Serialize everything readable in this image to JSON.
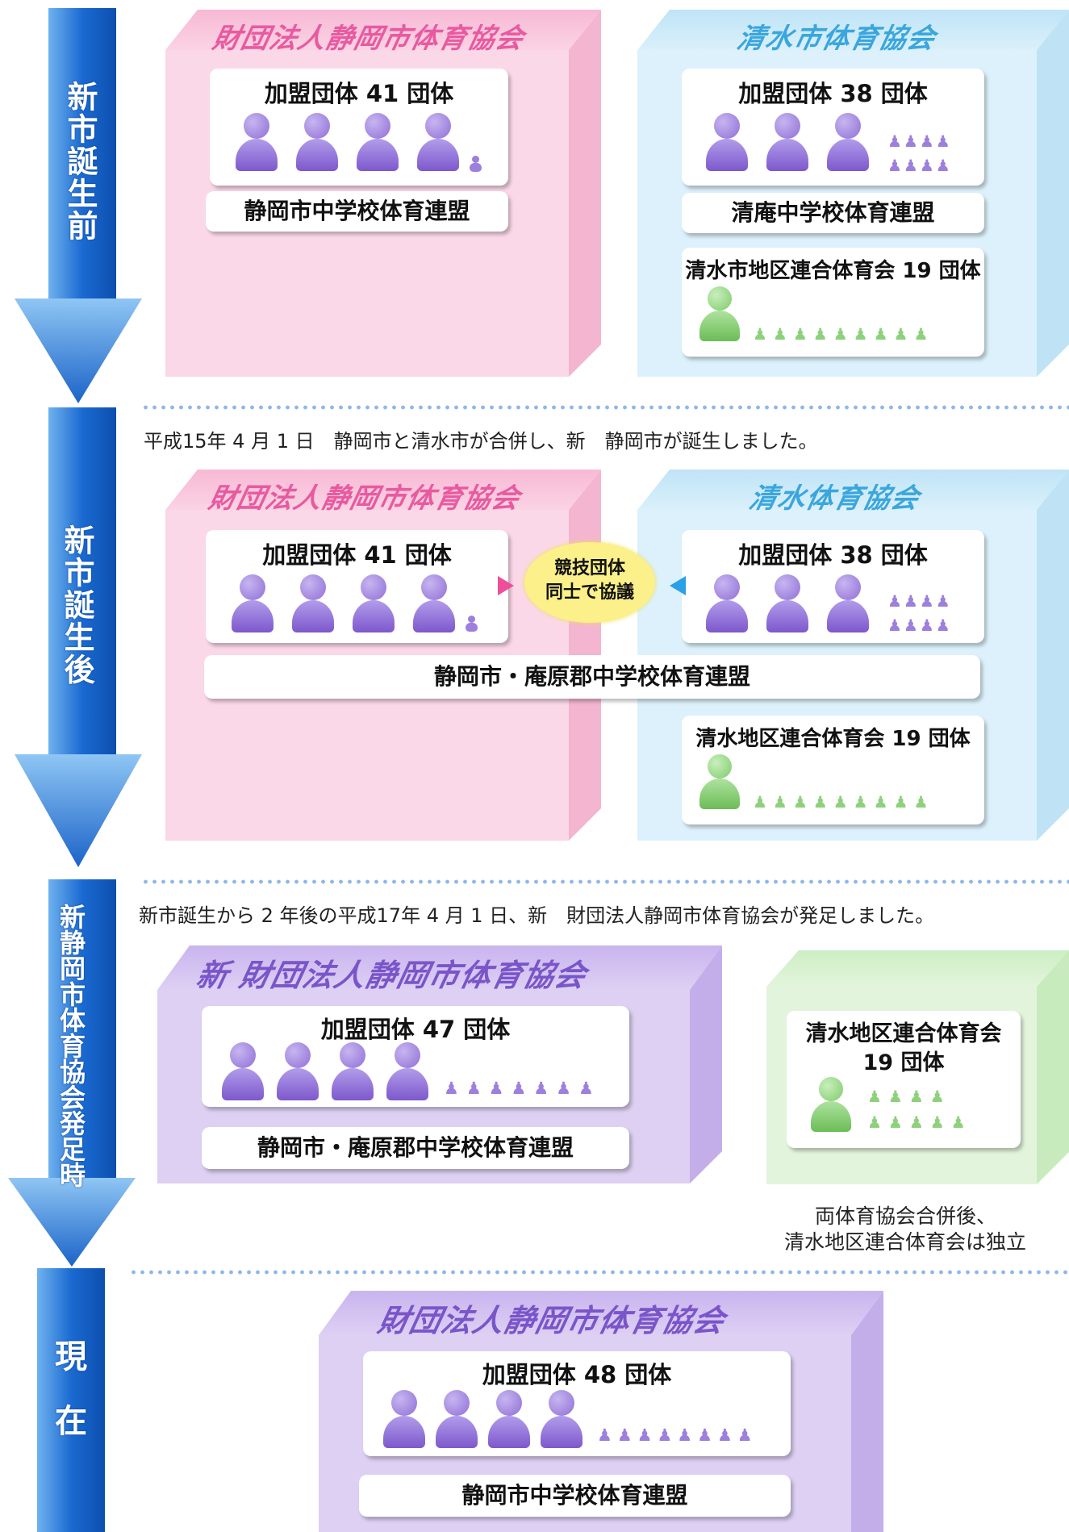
{
  "stages": [
    {
      "id": "before",
      "label": "新市誕生前"
    },
    {
      "id": "after",
      "label": "新市誕生後"
    },
    {
      "id": "launch",
      "label": "新静岡市体育協会発足時"
    },
    {
      "id": "now",
      "label": "現在"
    }
  ],
  "stage1": {
    "left_box": {
      "title": "財団法人静岡市体育協会",
      "member_panel": "加盟団体 41 団体",
      "bar": "静岡市中学校体育連盟"
    },
    "right_box": {
      "title": "清水市体育協会",
      "member_panel": "加盟団体 38 団体",
      "bar": "清庵中学校体育連盟",
      "district_panel": "清水市地区連合体育会 19 団体"
    }
  },
  "note1": "平成15年 4 月 1 日　静岡市と清水市が合併し、新　静岡市が誕生しました。",
  "stage2": {
    "left_box": {
      "title": "財団法人静岡市体育協会",
      "member_panel": "加盟団体 41 団体"
    },
    "right_box": {
      "title": "清水体育協会",
      "member_panel": "加盟団体 38 団体",
      "district_panel": "清水地区連合体育会 19 団体"
    },
    "bubble_line1": "競技団体",
    "bubble_line2": "同士で協議",
    "shared_bar": "静岡市・庵原郡中学校体育連盟"
  },
  "note2": "新市誕生から 2 年後の平成17年 4 月 1 日、新　財団法人静岡市体育協会が発足しました。",
  "stage3": {
    "main_box": {
      "title": "新 財団法人静岡市体育協会",
      "member_panel": "加盟団体 47 団体",
      "bar": "静岡市・庵原郡中学校体育連盟"
    },
    "green_box": {
      "line1": "清水地区連合体育会",
      "line2": "19 団体"
    },
    "caption_line1": "両体育協会合併後、",
    "caption_line2": "清水地区連合体育会は独立"
  },
  "stage4": {
    "main_box": {
      "title": "財団法人静岡市体育協会",
      "member_panel": "加盟団体 48 団体",
      "bar": "静岡市中学校体育連盟"
    }
  },
  "colors": {
    "arrow": "#1f6fd0",
    "pink_front": "#fbd6e6",
    "blue_front": "#dcf1fb",
    "purple_front": "#ddd0f3",
    "green_front": "#e2f5dc",
    "person_purple": "#9d7fdc",
    "person_green": "#8ed17c"
  }
}
